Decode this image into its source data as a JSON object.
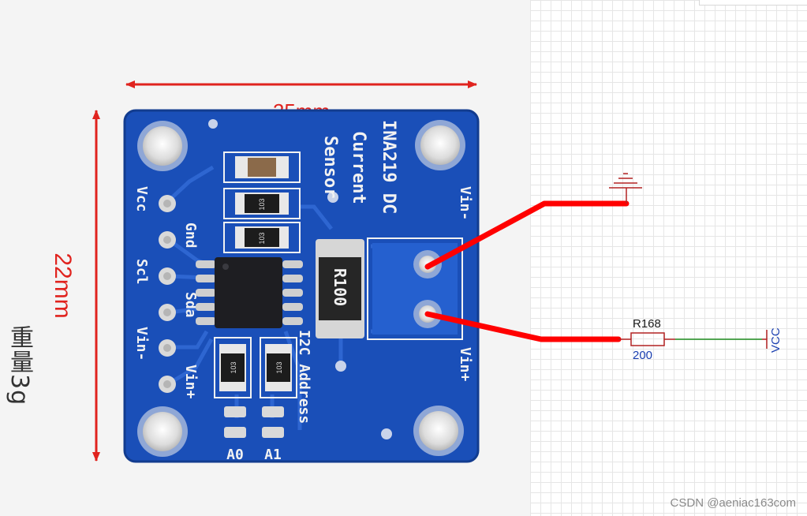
{
  "dimensions": {
    "width_label": "25mm",
    "height_label": "22mm",
    "weight_label": "重量3g"
  },
  "board": {
    "title_lines": [
      "INA219 DC",
      "Current",
      "Sensor"
    ],
    "pin_labels": [
      "Vcc",
      "Gnd",
      "Scl",
      "Sda",
      "Vin-",
      "Vin+"
    ],
    "address_label": "I2C Address",
    "address_pads": [
      "A0",
      "A1"
    ],
    "terminal_labels": [
      "Vin-",
      "Vin+"
    ],
    "shunt_marking": "R100",
    "resistor_markings": [
      "103",
      "103",
      "103",
      "103"
    ]
  },
  "schematic": {
    "resistor_ref": "R168",
    "resistor_value": "200",
    "supply_label": "VCC"
  },
  "colors": {
    "pcb": "#1a4fb8",
    "wire": "#ff0000",
    "net": "#1e8c1e",
    "component": "#b22222",
    "ref_text": "#1a1a1a",
    "value_text": "#1a3fb0",
    "dimension": "#e0231e"
  },
  "watermark": "CSDN @aeniac163com"
}
